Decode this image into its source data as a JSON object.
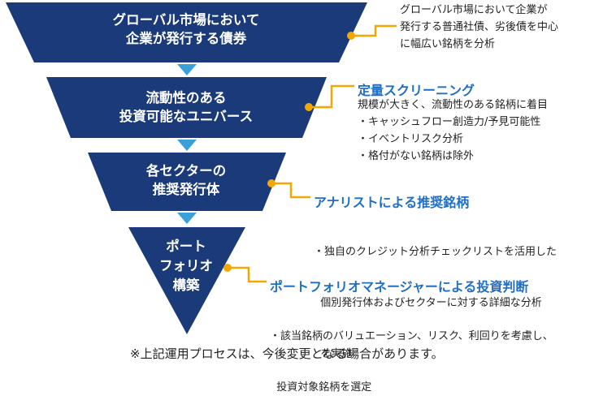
{
  "colors": {
    "funnel": "#1b3a7a",
    "arrow": "#3aa0da",
    "connector": "#f2a800",
    "heading": "#1f6fc5"
  },
  "stages": [
    {
      "lines": [
        "グローバル市場において",
        "企業が発行する債券"
      ]
    },
    {
      "lines": [
        "流動性のある",
        "投資可能なユニバース"
      ]
    },
    {
      "lines": [
        "各セクターの",
        "推奨発行体"
      ]
    },
    {
      "lines": [
        "ポート",
        "フォリオ",
        "構築"
      ]
    }
  ],
  "annotations": [
    {
      "heading": "",
      "lines": [
        "グローバル市場において企業が",
        "発行する普通社債、劣後債を中心",
        "に幅広い銘柄を分析"
      ]
    },
    {
      "heading": "定量スクリーニング",
      "lines": [
        "規模が大きく、流動性のある銘柄に着目",
        "・キャッシュフロー創造力/予見可能性",
        "・イベントリスク分析",
        "・格付がない銘柄は除外"
      ]
    },
    {
      "heading": "アナリストによる推奨銘柄",
      "lines": [
        "・独自のクレジット分析チェックリストを活用した",
        "  個別発行体およびセクターに対する詳細な分析",
        "  を実施"
      ]
    },
    {
      "heading": "ポートフォリオマネージャーによる投資判断",
      "lines": [
        "・該当銘柄のバリュエーション、リスク、利回りを考慮し、",
        "  投資対象銘柄を選定"
      ]
    }
  ],
  "footnote": "※上記運用プロセスは、今後変更となる場合があります。"
}
